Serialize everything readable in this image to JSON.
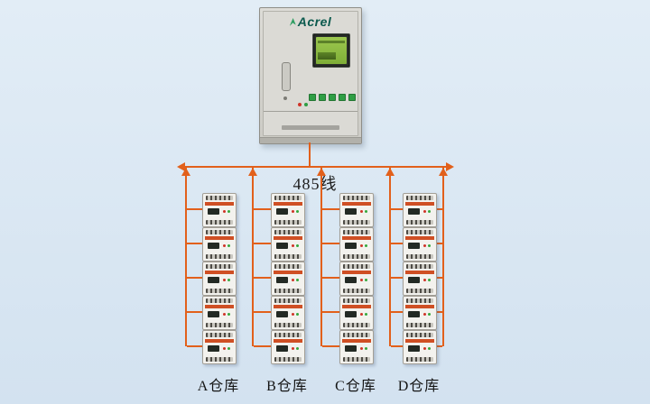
{
  "scene": {
    "background_color": "#d9e6f2",
    "wire_color": "#e2601b"
  },
  "cabinet": {
    "brand": "Acrel"
  },
  "bus": {
    "label": "485线"
  },
  "warehouses": [
    {
      "label": "A仓库",
      "meter_count": 5
    },
    {
      "label": "B仓库",
      "meter_count": 5
    },
    {
      "label": "C仓库",
      "meter_count": 5
    },
    {
      "label": "D仓库",
      "meter_count": 5
    }
  ]
}
